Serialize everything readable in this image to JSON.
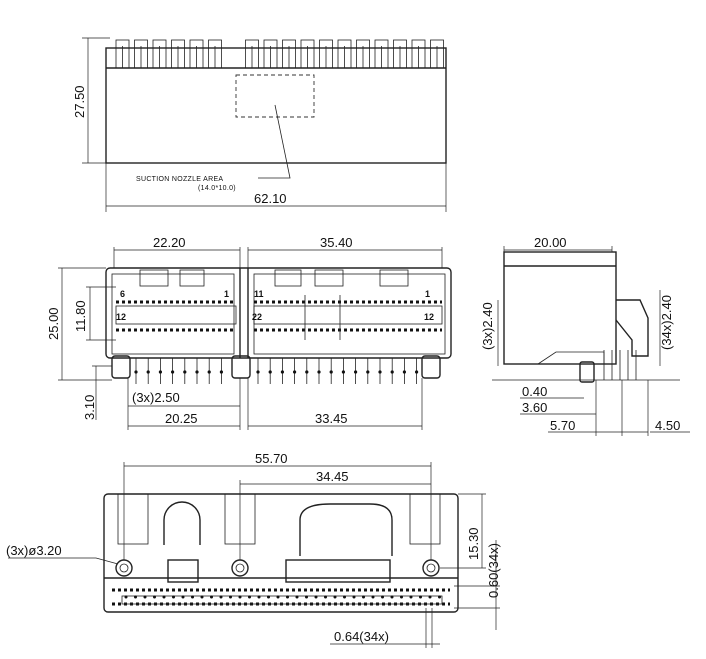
{
  "top_view": {
    "width_dim": "62.10",
    "height_dim": "27.50",
    "note_line1": "SUCTION NOZZLE AREA",
    "note_line2": "(14.0*10.0)"
  },
  "front_view": {
    "dim_22_20": "22.20",
    "dim_35_40": "35.40",
    "dim_25_00": "25.00",
    "dim_11_80": "11.80",
    "dim_3_10": "3.10",
    "dim_pitch": "(3x)2.50",
    "dim_20_25": "20.25",
    "dim_33_45": "33.45",
    "pin_6": "6",
    "pin_1": "1",
    "pin_12": "12",
    "pin_11": "11",
    "pin_22": "22",
    "pin_1b": "1",
    "pin_12b": "12"
  },
  "side_view": {
    "dim_20_00": "20.00",
    "dim_3x_2_40": "(3x)2.40",
    "dim_34x_2_40": "(34x)2.40",
    "dim_0_40": "0.40",
    "dim_3_60": "3.60",
    "dim_5_70": "5.70",
    "dim_4_50": "4.50"
  },
  "bottom_view": {
    "dim_55_70": "55.70",
    "dim_34_45": "34.45",
    "dim_15_30": "15.30",
    "dim_hole": "(3x)ø3.20",
    "dim_0_60": "0.60(34x)",
    "dim_0_64": "0.64(34x)"
  }
}
